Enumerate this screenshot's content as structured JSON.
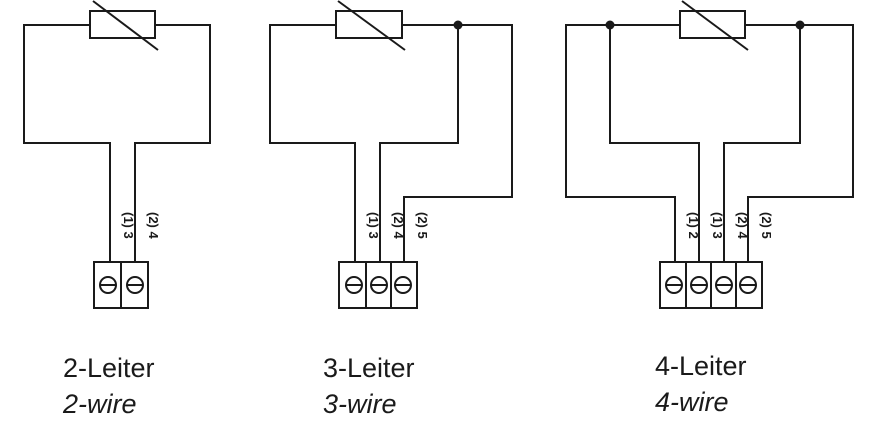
{
  "diagrams": [
    {
      "pins": [
        "(1) 3",
        "(2) 4"
      ],
      "label_de": "2-Leiter",
      "label_en": "2-wire"
    },
    {
      "pins": [
        "(1) 3",
        "(2) 4",
        "(2) 5"
      ],
      "label_de": "3-Leiter",
      "label_en": "3-wire"
    },
    {
      "pins": [
        "(1) 2",
        "(1) 3",
        "(2) 4",
        "(2) 5"
      ],
      "label_de": "4-Leiter",
      "label_en": "4-wire"
    }
  ]
}
